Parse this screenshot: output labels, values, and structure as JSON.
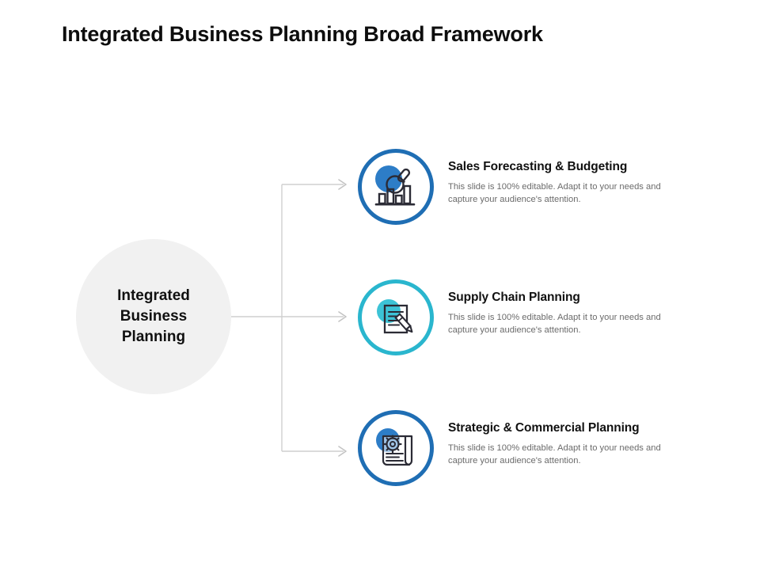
{
  "slide": {
    "title": "Integrated Business Planning Broad Framework",
    "background_color": "#ffffff"
  },
  "hub": {
    "name": "Integrated Business Planning",
    "lines": [
      "Integrated",
      "Business",
      "Planning"
    ],
    "fill_color": "#f1f1f1",
    "text_color": "#101010"
  },
  "colors": {
    "primary_blue": "#1f6eb4",
    "accent_cyan": "#2ab6ce",
    "icon_blob_blue": "#2d7dc7",
    "icon_blob_cyan": "#3cc3d6",
    "icon_outline": "#2b2b35",
    "connector_gray": "#cfcfcf",
    "body_text": "#6b6b6b",
    "heading_text": "#111111"
  },
  "items": [
    {
      "id": "sales-forecasting-budgeting",
      "heading": "Sales Forecasting & Budgeting",
      "body": "This slide is 100% editable. Adapt it to your needs and capture your audience's attention.",
      "icon": "magnifier-bar-chart-icon",
      "ring_color": "#1f6eb4"
    },
    {
      "id": "supply-chain-planning",
      "heading": "Supply Chain Planning",
      "body": "This slide is 100% editable. Adapt it to your needs and capture your audience's attention.",
      "icon": "document-pencil-icon",
      "ring_color": "#2ab6ce"
    },
    {
      "id": "strategic-commercial-planning",
      "heading": "Strategic & Commercial Planning",
      "body": "This slide is 100% editable. Adapt it to your needs and capture your audience's attention.",
      "icon": "scroll-gear-icon",
      "ring_color": "#1f6eb4"
    }
  ],
  "connectors": {
    "description": "Elbow connectors from hub circle to each of the three icon circles",
    "arrow_count": 3,
    "line_color": "#cfcfcf"
  }
}
